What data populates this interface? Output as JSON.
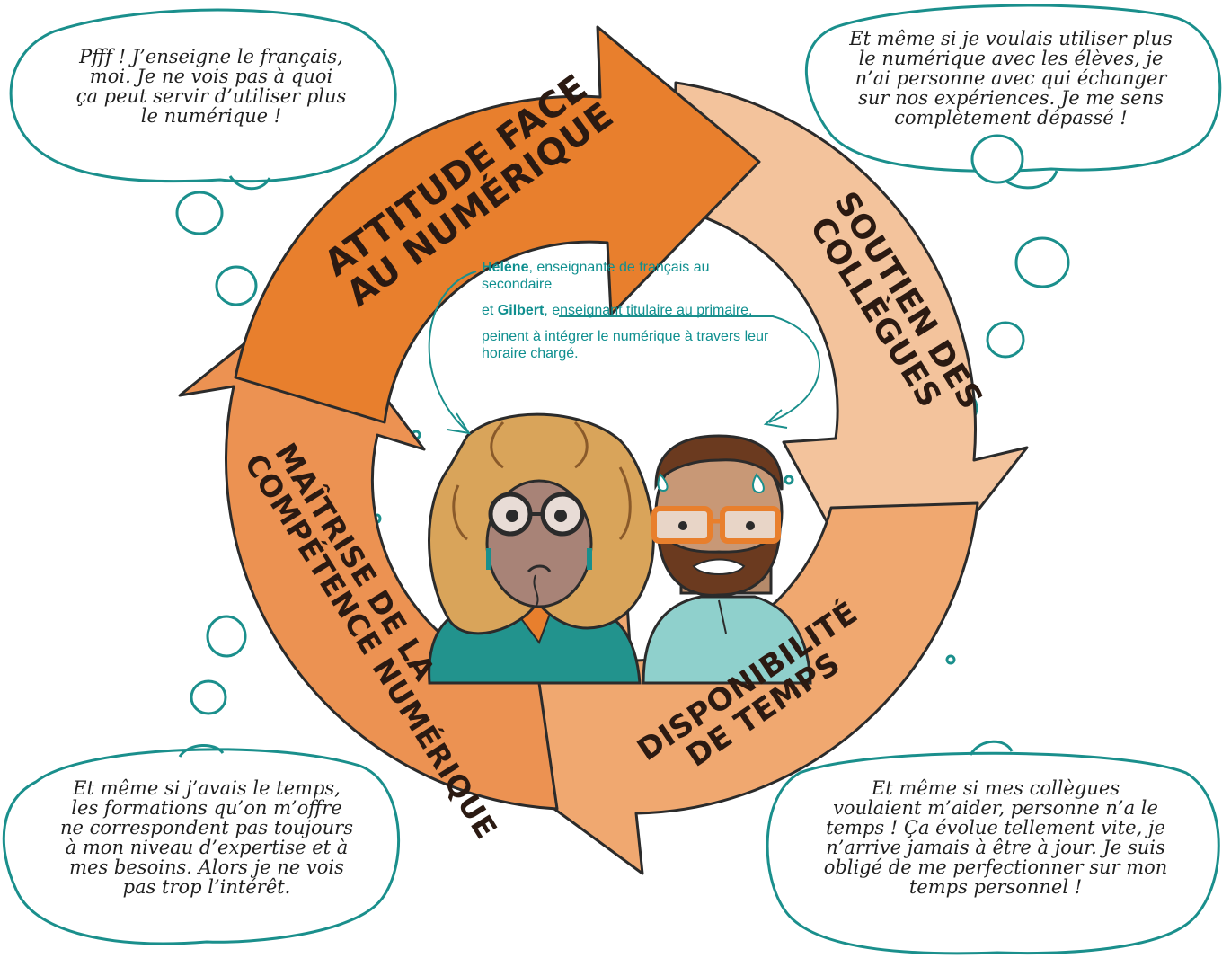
{
  "colors": {
    "teal": "#1a8f8c",
    "arrow_dark_orange": "#e87f2d",
    "arrow_mid_orange": "#ec9252",
    "arrow_peach": "#f3c39c",
    "arrow_light_orange": "#f0a870",
    "outline": "#2b2b2b"
  },
  "bubbles": {
    "top_left": [
      "Pfff ! J’enseigne le français,",
      "moi. Je ne vois pas à quoi",
      "ça peut servir d’utiliser plus",
      "le numérique !"
    ],
    "top_right": [
      "Et même si je voulais utiliser plus",
      "le numérique avec les élèves, je",
      "n’ai personne avec qui échanger",
      "sur nos expériences. Je me sens",
      "complètement dépassé !"
    ],
    "bottom_left": [
      "Et même si j’avais le temps,",
      "les formations qu’on m’offre",
      "ne correspondent pas toujours",
      "à mon niveau d’expertise et à",
      "mes besoins. Alors je ne vois",
      "pas trop l’intérêt."
    ],
    "bottom_right": [
      "Et même si mes collègues",
      "voulaient m’aider, personne n’a le",
      "temps ! Ça évolue tellement vite, je",
      "n’arrive jamais à être à jour. Je suis",
      "obligé de me perfectionner sur mon",
      "temps personnel !"
    ]
  },
  "arrows": {
    "attitude": [
      "ATTITUDE FACE",
      "AU NUMÉRIQUE"
    ],
    "soutien": [
      "SOUTIEN DES",
      "COLLÈGUES"
    ],
    "disponibilite": [
      "DISPONIBILITÉ",
      "DE TEMPS"
    ],
    "maitrise": [
      "MAÎTRISE DE LA",
      "COMPÉTENCE NUMÉRIQUE"
    ]
  },
  "caption": {
    "name1": "Hélène",
    "role1": ", enseignante de français au secondaire",
    "and": "et ",
    "name2": "Gilbert",
    "role2": ", enseignant titulaire au primaire,",
    "sentence": "peinent à intégrer le numérique à travers leur horaire chargé."
  },
  "characters": {
    "left": "Hélène",
    "right": "Gilbert"
  }
}
